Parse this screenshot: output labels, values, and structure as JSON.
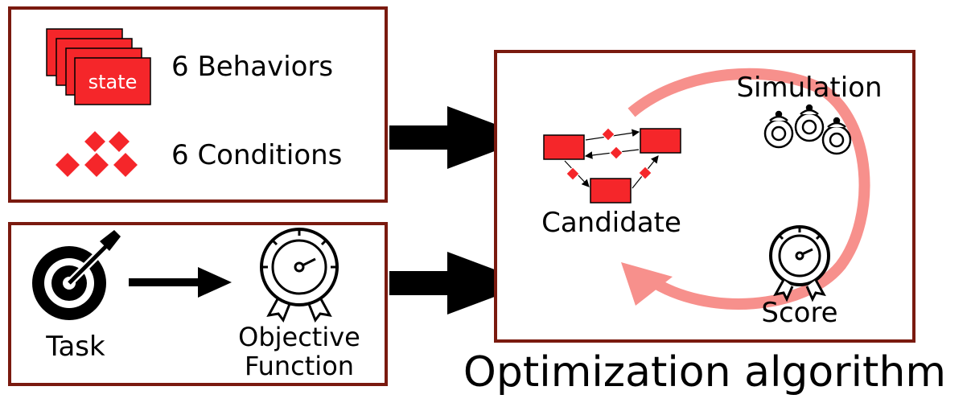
{
  "inputs": {
    "behaviors": {
      "count_label": "6 Behaviors",
      "state_label": "state"
    },
    "conditions": {
      "count_label": "6 Conditions"
    }
  },
  "objective": {
    "task_label": "Task",
    "objective_line1": "Objective",
    "objective_line2": "Function"
  },
  "optimizer": {
    "simulation_label": "Simulation",
    "candidate_label": "Candidate",
    "score_label": "Score",
    "caption": "Optimization algorithm"
  },
  "colors": {
    "frame": "#7a1a0f",
    "state_red": "#f5262a",
    "loop_pink": "#f7908c",
    "ink": "#000000"
  }
}
